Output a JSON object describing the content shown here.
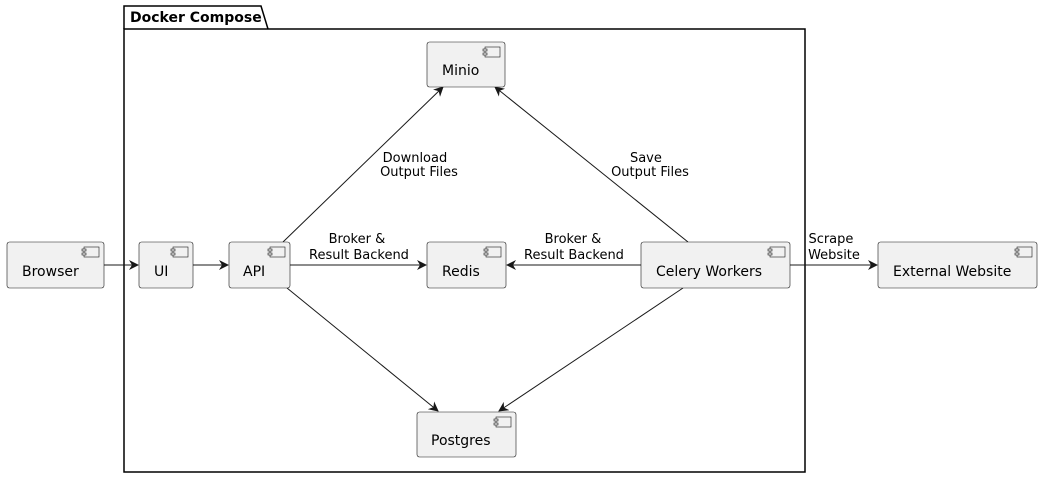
{
  "diagram": {
    "colors": {
      "node_fill": "#f1f1f1",
      "node_stroke": "#181818",
      "line": "#181818",
      "background": "#ffffff"
    },
    "group": {
      "title": "Docker Compose"
    },
    "nodes": {
      "browser": "Browser",
      "ui": "UI",
      "api": "API",
      "minio": "Minio",
      "redis": "Redis",
      "postgres": "Postgres",
      "celery": "Celery Workers",
      "external": "External Website"
    },
    "edges": {
      "api_minio": [
        "Download",
        "Output Files"
      ],
      "celery_minio": [
        "Save",
        "Output Files"
      ],
      "api_redis": [
        "Broker &",
        "Result Backend"
      ],
      "celery_redis": [
        "Broker &",
        "Result Backend"
      ],
      "celery_external": [
        "Scrape",
        "Website"
      ]
    }
  }
}
